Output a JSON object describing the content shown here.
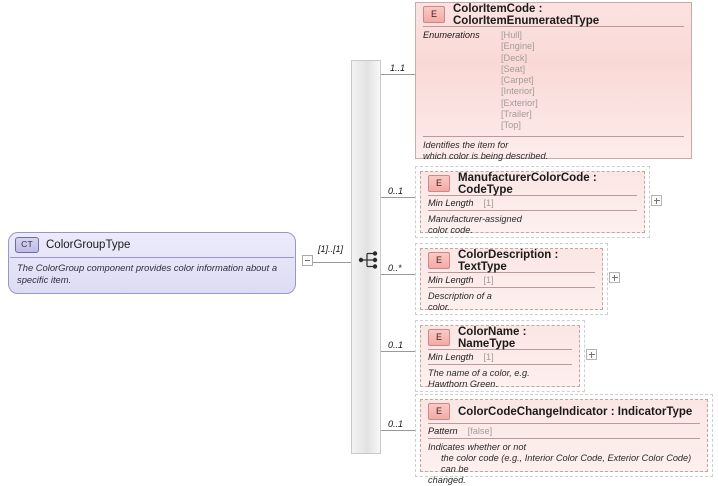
{
  "diagram": {
    "type": "xsd-schema-diagram",
    "root": {
      "badge": "CT",
      "title": "ColorGroupType",
      "documentation": "The ColorGroup component provides color information about a specific item.",
      "occurrence_label": "[1]..[1]",
      "collapse_icon": "minus-icon"
    },
    "compositor": {
      "kind": "sequence",
      "icon": "sequence-icon"
    },
    "elements": [
      {
        "badge": "E",
        "name": "ColorItemCode",
        "separator": ":",
        "type": "ColorItemEnumeratedType",
        "cardinality": "1..1",
        "facet_label": "Enumerations",
        "enumerations": [
          "[Hull]",
          "[Engine]",
          "[Deck]",
          "[Seat]",
          "[Carpet]",
          "[Interior]",
          "[Exterior]",
          "[Trailer]",
          "[Top]"
        ],
        "documentation_line1": "Identifies the item for",
        "documentation_line2": "which color is being described.",
        "has_expand": false,
        "style": "solid"
      },
      {
        "badge": "E",
        "name": "ManufacturerColorCode",
        "separator": ":",
        "type": "CodeType",
        "cardinality": "0..1",
        "facet_name": "Min Length",
        "facet_value": "[1]",
        "documentation_line1": "Manufacturer-assigned",
        "documentation_line2": "color code.",
        "has_expand": true,
        "expand_icon": "plus-icon",
        "style": "dashed"
      },
      {
        "badge": "E",
        "name": "ColorDescription",
        "separator": ":",
        "type": "TextType",
        "cardinality": "0..*",
        "facet_name": "Min Length",
        "facet_value": "[1]",
        "documentation_line1": "Description of a",
        "documentation_line2": "color.",
        "has_expand": true,
        "expand_icon": "plus-icon",
        "style": "dashed"
      },
      {
        "badge": "E",
        "name": "ColorName",
        "separator": ":",
        "type": "NameType",
        "cardinality": "0..1",
        "facet_name": "Min Length",
        "facet_value": "[1]",
        "documentation_line1": "The name of a color, e.g.",
        "documentation_line2": "Hawthorn Green.",
        "has_expand": true,
        "expand_icon": "plus-icon",
        "style": "dashed"
      },
      {
        "badge": "E",
        "name": "ColorCodeChangeIndicator",
        "separator": ":",
        "type": "IndicatorType",
        "cardinality": "0..1",
        "facet_name": "Pattern",
        "facet_value": "[false]",
        "documentation_line1": "Indicates whether or not",
        "documentation_line2": "the color code (e.g., Interior Color Code, Exterior Color Code) can be",
        "documentation_line3": "changed.",
        "has_expand": false,
        "style": "dashed"
      }
    ],
    "colors": {
      "element_fill": "#f9d9d6",
      "element_border": "#c8aaa8",
      "type_fill": "#e4e2f5",
      "type_border": "#9a97c8",
      "connector": "#9a9a9a"
    }
  }
}
